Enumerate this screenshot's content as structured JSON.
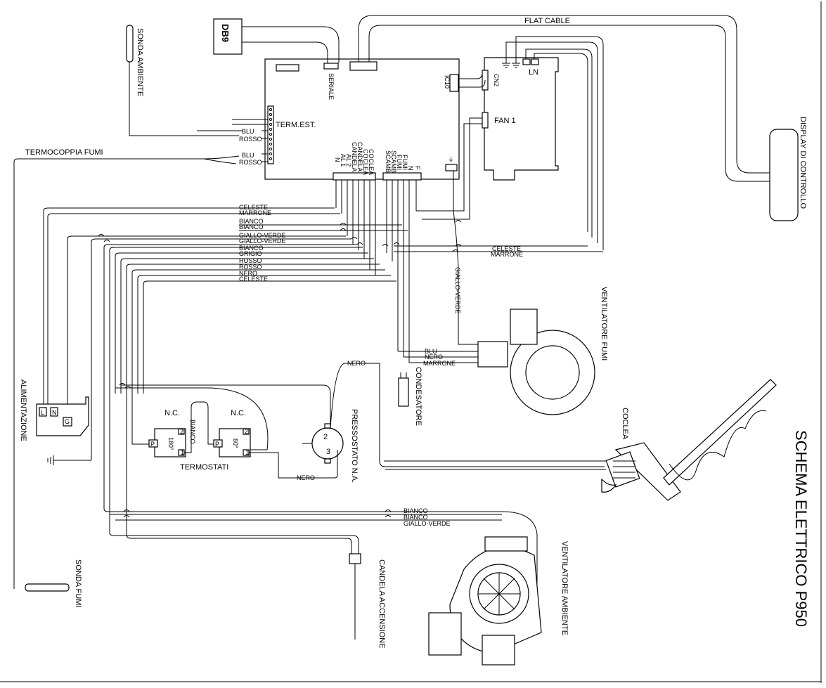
{
  "title": "SCHEMA ELETTRICO P950",
  "board": {
    "db9": "DB9",
    "seriale": "SERIALE",
    "ic10": "IC10",
    "term_est": "TERM.EST.",
    "flat_cable": "FLAT CABLE",
    "terminals_left": [
      "N",
      "AL 1",
      "AL 2",
      "CANDELA",
      "CANDELA",
      "COCLEA",
      "COCLEA"
    ],
    "terminals_right": [
      "SCAMB",
      "SCAMB",
      "FUMI",
      "FUMI",
      "N",
      "F"
    ]
  },
  "display": {
    "label": "DISPLAY DI CONTROLLO",
    "ln": "LN",
    "cn2": "CN2",
    "fan1": "FAN 1"
  },
  "wires": {
    "blu": "BLU",
    "rosso": "ROSSO",
    "bus_left": [
      "CELESTE",
      "MARRONE",
      "BIANCO",
      "BIANCO",
      "GIALLO-VERDE",
      "GIALLO-VERDE",
      "BIANCO",
      "GRIGIO",
      "ROSSO",
      "ROSSO",
      "NERO",
      "CELESTE"
    ],
    "bus_right": [
      "CELESTE",
      "MARRONE"
    ],
    "giallo_verde": "GIALLO-VERDE",
    "fumi_wires": [
      "BLU",
      "NERO",
      "MARRONE"
    ],
    "nero": "NERO",
    "bianco": "BIANCO",
    "amb_wires": [
      "BIANCO",
      "BIANCO",
      "GIALLO-VERDE"
    ]
  },
  "components": {
    "sonda_ambiente": "SONDA AMBIENTE",
    "termocoppia_fumi": "TERMOCOPPIA FUMI",
    "alimentazione": "ALIMENTAZIONE",
    "sonda_fumi": "SONDA FUMI",
    "termostati": "TERMOSTATI",
    "nc": "N.C.",
    "temp_180": "180°",
    "temp_80": "80°",
    "pressostato": "PRESSOSTATO N.A.",
    "condensatore": "CONDESATORE",
    "ventilatore_fumi": "VENTILATORE FUMI",
    "coclea": "COCLEA",
    "candela": "CANDELA ACCENSIONE",
    "ventilatore_ambiente": "VENTILATORE AMBIENTE",
    "plug_labels": [
      "L",
      "N",
      "G"
    ],
    "stat_pins": [
      "P",
      "2",
      "1"
    ],
    "press_pins": [
      "2",
      "3"
    ]
  }
}
